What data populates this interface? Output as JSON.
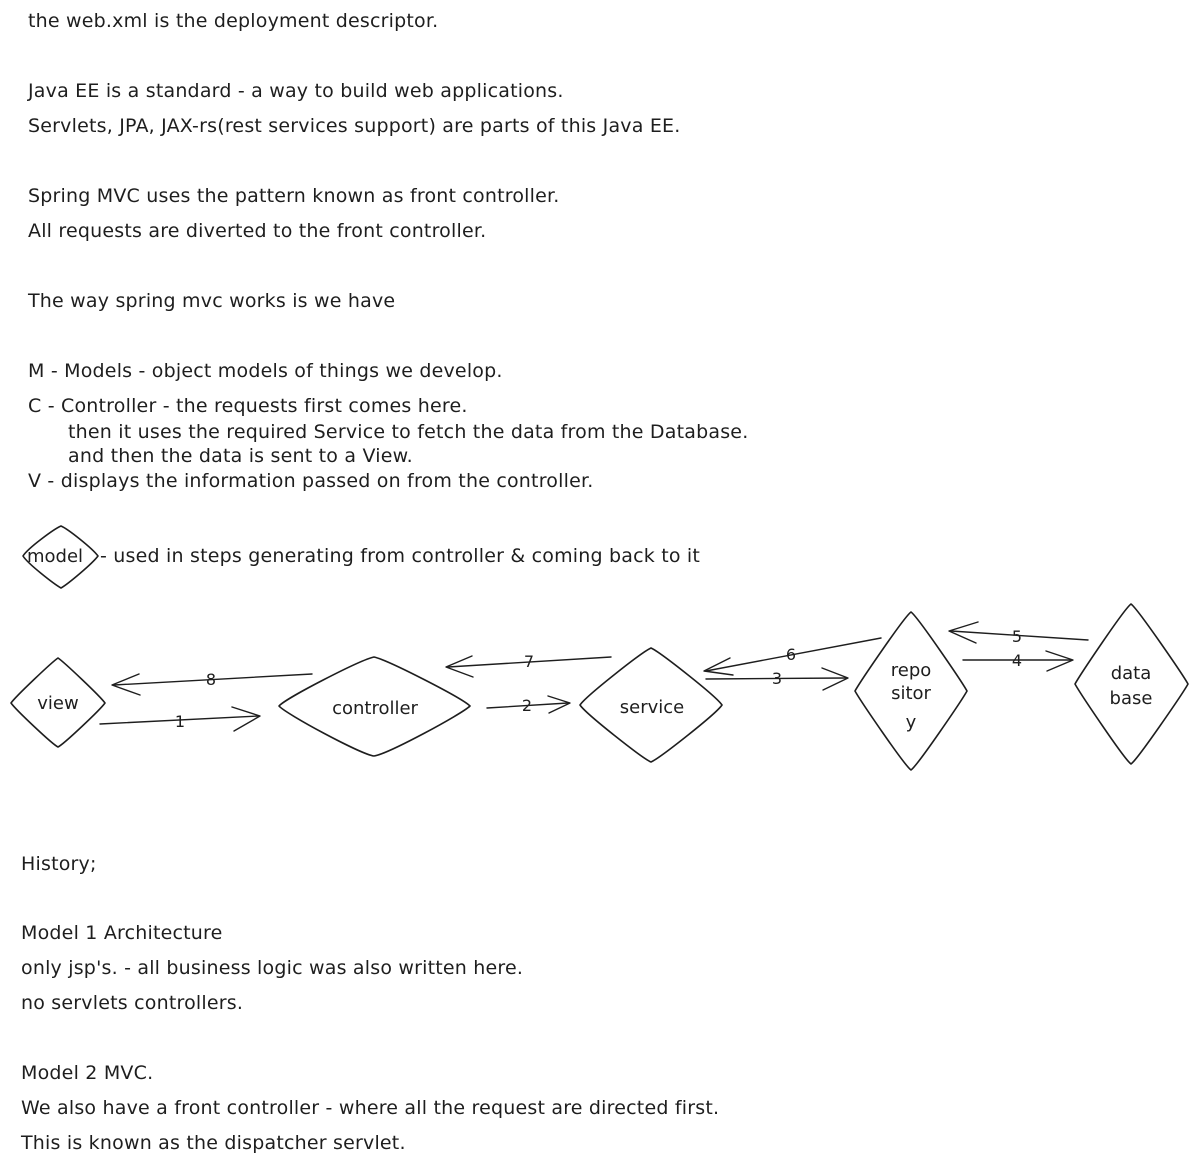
{
  "notes": {
    "l1": "the web.xml is the deployment descriptor.",
    "l2": "Java EE is a standard - a way to build web applications.",
    "l3": "Servlets, JPA, JAX-rs(rest services support) are parts of this Java EE.",
    "l4": "Spring MVC uses the pattern known as front controller.",
    "l5": "All requests are diverted to the front controller.",
    "l6": "The way spring mvc works is we have",
    "m": "M - Models - object models of things we develop.",
    "c1": "C - Controller - the requests first comes here.",
    "c2": "then it uses the required Service to fetch the data from the Database.",
    "c3": "and then the data is sent to a View.",
    "v": "V - displays the information passed on from the controller."
  },
  "legend": {
    "shape_label": "model",
    "text": "- used in steps generating from controller & coming back to it"
  },
  "diagram": {
    "nodes": {
      "view": "view",
      "controller": "controller",
      "service": "service",
      "repository_line1": "repo",
      "repository_line2": "sitor",
      "repository_line3": "y",
      "database_line1": "data",
      "database_line2": "base"
    },
    "steps": {
      "s1": "1",
      "s2": "2",
      "s3": "3",
      "s4": "4",
      "s5": "5",
      "s6": "6",
      "s7": "7",
      "s8": "8"
    }
  },
  "history": {
    "heading": "History;",
    "model1_title": "Model 1 Architecture",
    "model1_l1": "only jsp's. - all business logic was also written here.",
    "model1_l2": "no servlets controllers.",
    "model2_title": "Model 2 MVC.",
    "model2_l1": "We also have a front controller - where all the request are directed first.",
    "model2_l2": "This is known as the dispatcher servlet."
  }
}
